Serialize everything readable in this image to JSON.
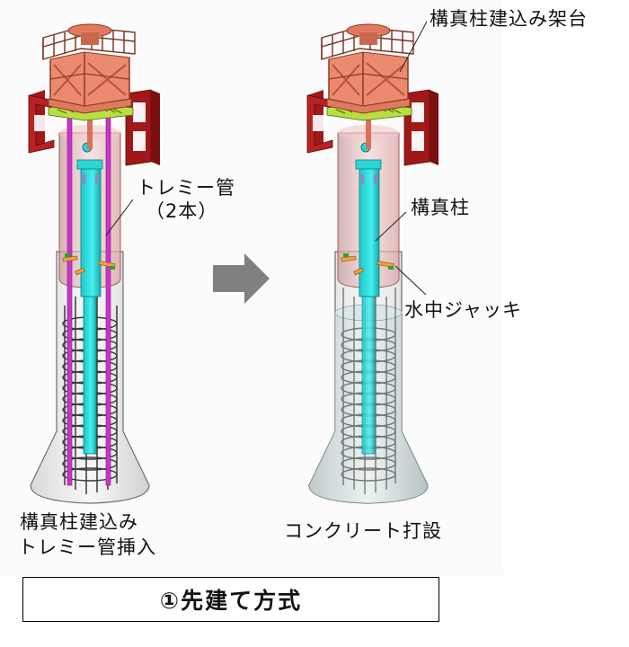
{
  "figure": {
    "title": "①先建て方式",
    "colors": {
      "frame_salmon": "#e9836a",
      "side_frame_red": "#a01818",
      "platform_green": "#9acd32",
      "column_cyan": "#33e0e0",
      "tremie_magenta": "#cc33cc",
      "casing_pink": "#e8b4b4",
      "concrete_grey": "#cfd6d6",
      "arrow_grey": "#808080"
    }
  },
  "panels": [
    {
      "id": "step1",
      "caption_lines": [
        "構真柱建込み",
        "トレミー管挿入"
      ],
      "callouts": [
        {
          "text_lines": [
            "トレミー管",
            "（2本）"
          ],
          "target": "tremie-pipe"
        }
      ]
    },
    {
      "id": "step2",
      "caption_lines": [
        "コンクリート打設"
      ],
      "callouts": [
        {
          "text_lines": [
            "構真柱建込み架台"
          ],
          "target": "erection-frame"
        },
        {
          "text_lines": [
            "構真柱"
          ],
          "target": "column"
        },
        {
          "text_lines": [
            "水中ジャッキ"
          ],
          "target": "underwater-jack"
        }
      ]
    }
  ],
  "transition_arrow": {
    "icon": "right-arrow-icon"
  }
}
